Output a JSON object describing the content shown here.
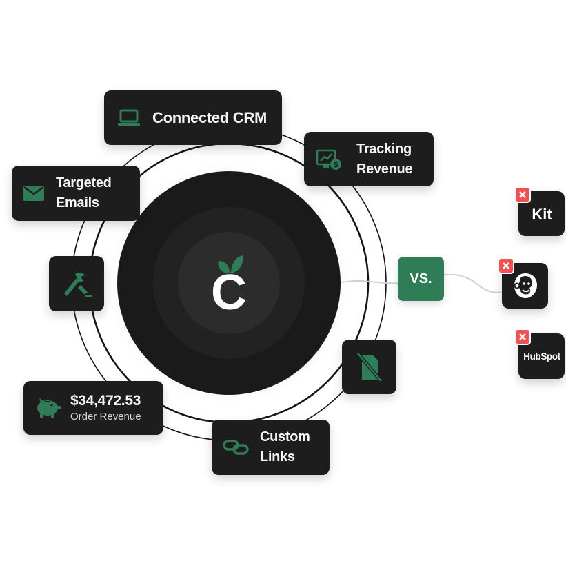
{
  "features": {
    "connected_crm": "Connected CRM",
    "tracking_revenue_line1": "Tracking",
    "tracking_revenue_line2": "Revenue",
    "targeted_emails_line1": "Targeted",
    "targeted_emails_line2": "Emails",
    "order_revenue_amount": "$34,472.53",
    "order_revenue_label": "Order Revenue",
    "custom_links_line1": "Custom",
    "custom_links_line2": "Links"
  },
  "center": {
    "logo_letter": "C"
  },
  "comparison": {
    "vs_label": "VS.",
    "competitors": [
      {
        "name": "Kit",
        "icon": "kit-logo",
        "status_icon": "close-icon"
      },
      {
        "name": "Mailchimp",
        "icon": "mailchimp-logo",
        "status_icon": "close-icon"
      },
      {
        "name": "HubSpot",
        "icon": "hubspot-logo",
        "status_icon": "close-icon"
      }
    ]
  },
  "icons": [
    "laptop-icon",
    "revenue-chart-icon",
    "mail-icon",
    "tools-icon",
    "no-document-icon",
    "piggy-bank-icon",
    "link-icon",
    "leaf-icon"
  ],
  "colors": {
    "accent": "#2e7d57",
    "card": "#1d1d1d",
    "badge_red": "#f05252",
    "text": "#f4f4f4"
  }
}
